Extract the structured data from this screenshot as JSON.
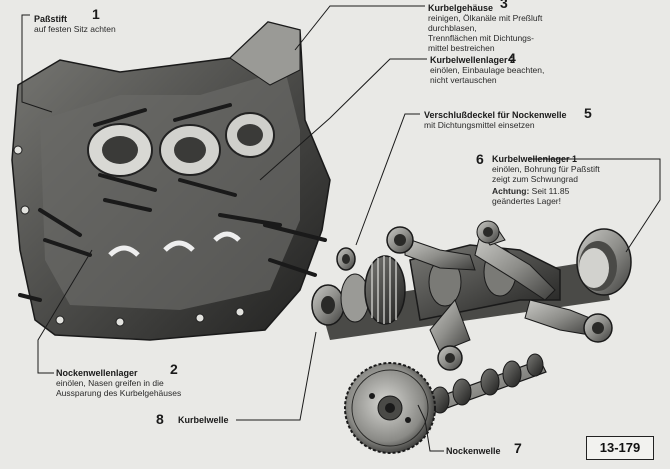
{
  "callouts": [
    {
      "num": "1",
      "title": "Paßstift",
      "desc": "auf festen Sitz achten"
    },
    {
      "num": "2",
      "title": "Nockenwellenlager",
      "desc": "einölen, Nasen greifen in die\nAussparung des Kurbelgehäuses"
    },
    {
      "num": "3",
      "title": "Kurbelgehäuse",
      "desc": "reinigen, Ölkanäle mit Preßluft\ndurchblasen,\nTrennflächen mit Dichtungs-\nmittel bestreichen"
    },
    {
      "num": "4",
      "title": "Kurbelwellenlager 2",
      "desc": "einölen, Einbaulage beachten,\nnicht vertauschen"
    },
    {
      "num": "5",
      "title": "Verschlußdeckel für Nockenwelle",
      "desc": "mit Dichtungsmittel einsetzen"
    },
    {
      "num": "6",
      "title": "Kurbelwellenlager 1",
      "desc": "einölen, Bohrung für Paßstift\nzeigt zum Schwungrad",
      "warn_label": "Achtung:",
      "warn_text": " Seit 11.85\ngeändertes Lager!"
    },
    {
      "num": "7",
      "title": "Nockenwelle",
      "desc": ""
    },
    {
      "num": "8",
      "title": "Kurbelwelle",
      "desc": ""
    }
  ],
  "figure_ref": "13-179",
  "colors": {
    "background": "#e9e9e6",
    "metal": "#8a8a86",
    "dark": "#2b2b2b",
    "line": "#1a1a1a"
  }
}
